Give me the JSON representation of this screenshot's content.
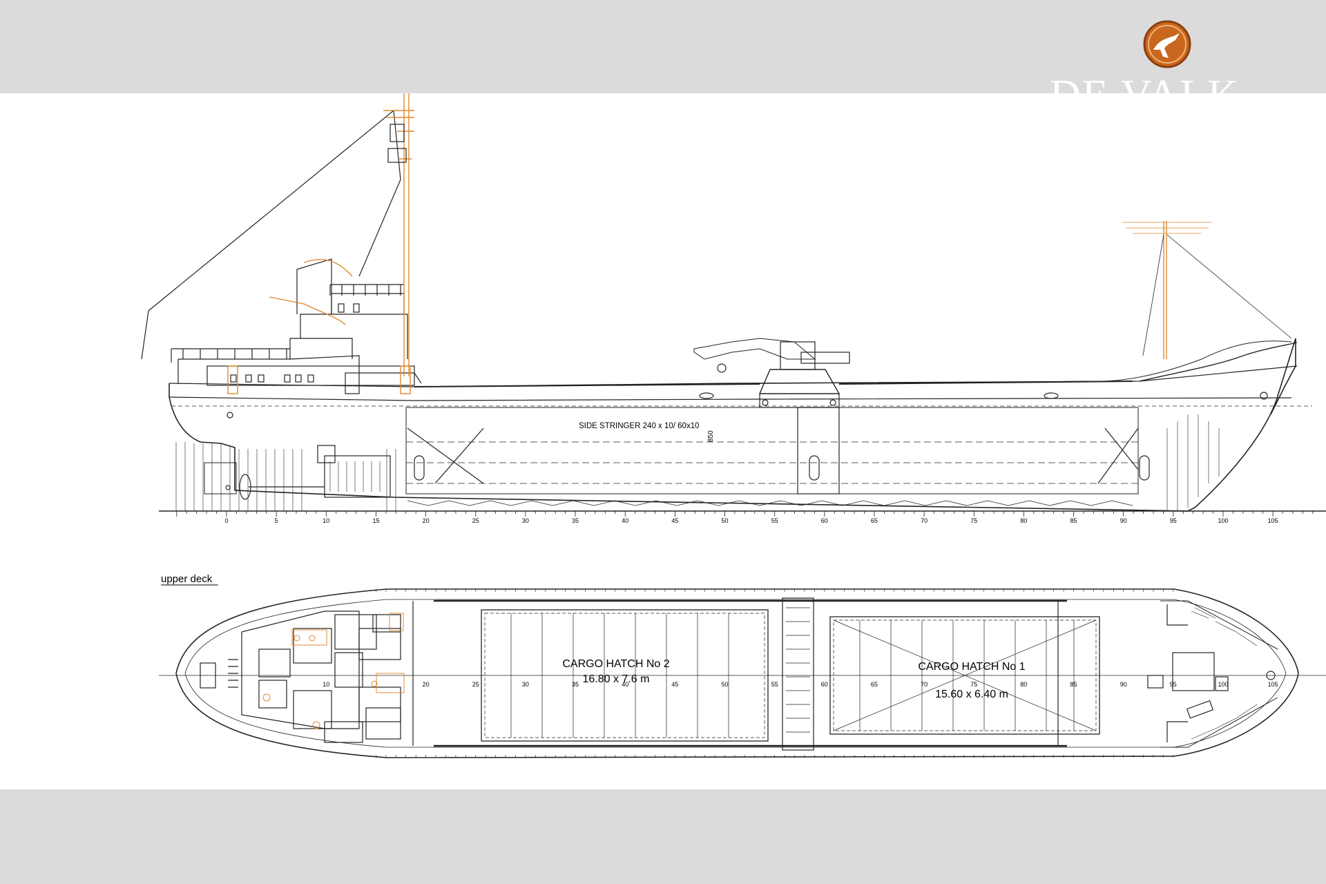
{
  "brand": {
    "wordmark": "DE VALK",
    "logo": "de-valk-bird-logo",
    "logo_color": "#c8671d"
  },
  "profile": {
    "side_stringer": "SIDE STRINGER  240 x 10/ 60x10",
    "dimension_850": "850",
    "frame_numbers": [
      "0",
      "5",
      "10",
      "15",
      "20",
      "25",
      "30",
      "35",
      "40",
      "45",
      "50",
      "55",
      "60",
      "65",
      "70",
      "75",
      "80",
      "85",
      "90",
      "95",
      "100",
      "105"
    ]
  },
  "plan": {
    "title": "upper deck",
    "hatch2": {
      "name": "CARGO HATCH No 2",
      "size": "16.80 x 7.6 m"
    },
    "hatch1": {
      "name": "CARGO HATCH No 1",
      "size": "15.60 x 6.40 m"
    },
    "frame_numbers": [
      "10",
      "20",
      "25",
      "30",
      "35",
      "40",
      "45",
      "50",
      "55",
      "60",
      "65",
      "70",
      "75",
      "80",
      "85",
      "90",
      "95",
      "100",
      "105"
    ]
  },
  "colors": {
    "line": "#222222",
    "accent": "#e0882f",
    "sheet": "#ffffff",
    "band": "#dbdbdb"
  }
}
